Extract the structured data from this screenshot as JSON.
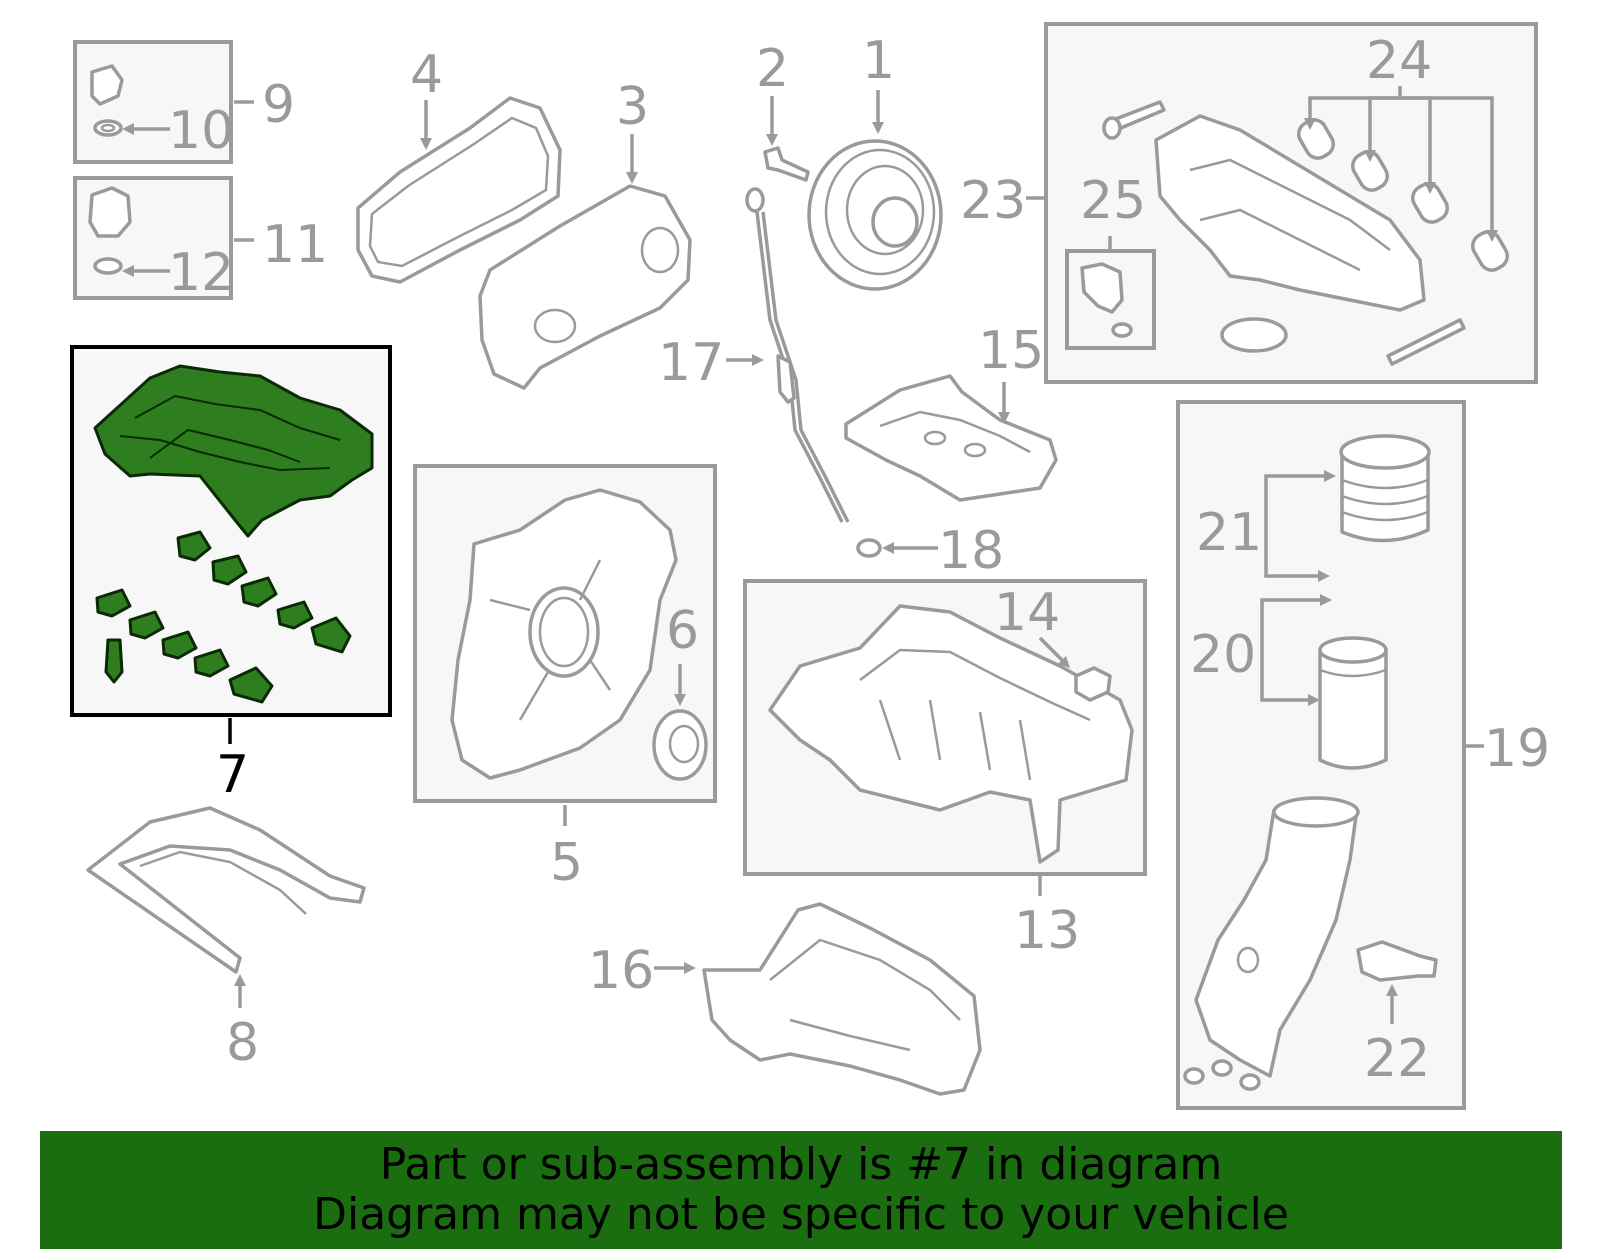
{
  "callouts": {
    "c1": "1",
    "c2": "2",
    "c3": "3",
    "c4": "4",
    "c5": "5",
    "c6": "6",
    "c7": "7",
    "c8": "8",
    "c9": "9",
    "c10": "10",
    "c11": "11",
    "c12": "12",
    "c13": "13",
    "c14": "14",
    "c15": "15",
    "c16": "16",
    "c17": "17",
    "c18": "18",
    "c19": "19",
    "c20": "20",
    "c21": "21",
    "c22": "22",
    "c23": "23",
    "c24": "24",
    "c25": "25"
  },
  "highlighted_part": "7",
  "colors": {
    "highlight_fill": "#2e7d1e",
    "line_gray": "#9a9a9a",
    "banner_bg": "#1a6e10",
    "box_fill": "#f7f7f7"
  },
  "banner": {
    "line1": "Part or sub-assembly is #7 in diagram",
    "line2": "Diagram may not be specific to your vehicle"
  }
}
